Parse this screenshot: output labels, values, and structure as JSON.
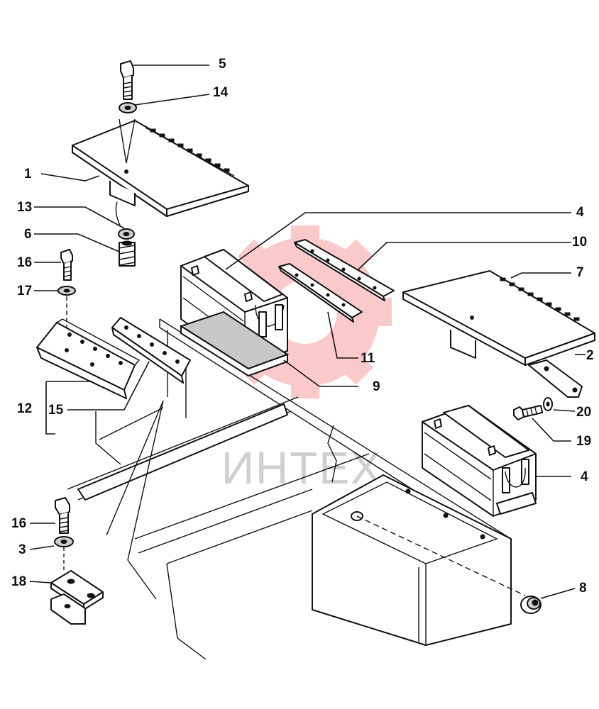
{
  "watermark": {
    "text": "ИНТЕХ",
    "color": "#f26b6b"
  },
  "callouts": [
    {
      "id": "5",
      "label": "5"
    },
    {
      "id": "14",
      "label": "14"
    },
    {
      "id": "1",
      "label": "1"
    },
    {
      "id": "13",
      "label": "13"
    },
    {
      "id": "6",
      "label": "6"
    },
    {
      "id": "16a",
      "label": "16"
    },
    {
      "id": "17",
      "label": "17"
    },
    {
      "id": "12",
      "label": "12"
    },
    {
      "id": "15",
      "label": "15"
    },
    {
      "id": "16b",
      "label": "16"
    },
    {
      "id": "3",
      "label": "3"
    },
    {
      "id": "18",
      "label": "18"
    },
    {
      "id": "4a",
      "label": "4"
    },
    {
      "id": "10",
      "label": "10"
    },
    {
      "id": "7",
      "label": "7"
    },
    {
      "id": "2",
      "label": "2"
    },
    {
      "id": "11",
      "label": "11"
    },
    {
      "id": "9",
      "label": "9"
    },
    {
      "id": "20",
      "label": "20"
    },
    {
      "id": "19",
      "label": "19"
    },
    {
      "id": "4b",
      "label": "4"
    },
    {
      "id": "8",
      "label": "8"
    }
  ]
}
